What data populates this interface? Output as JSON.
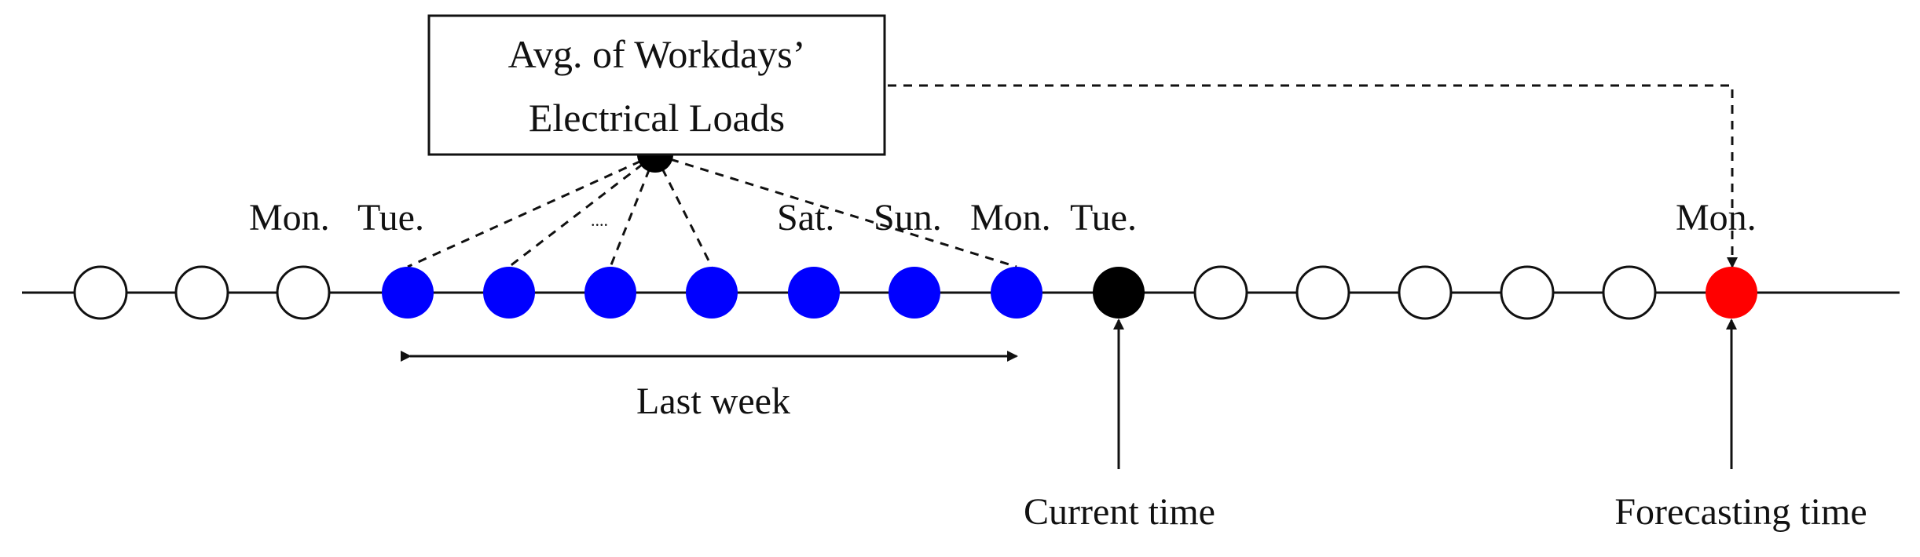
{
  "box": {
    "line1": "Avg. of Workdays’",
    "line2": "Electrical Loads"
  },
  "day_labels": {
    "mon1": "Mon.",
    "tue1": "Tue.",
    "dots": "....",
    "sat": "Sat.",
    "sun": "Sun.",
    "mon2": "Mon.",
    "tue2": "Tue.",
    "mon3": "Mon."
  },
  "range_label": "Last week",
  "markers": {
    "current": "Current time",
    "forecast": "Forecasting time"
  },
  "colors": {
    "line": "#111111",
    "hollow_fill": "#ffffff",
    "last_week_fill": "#0000ff",
    "current_fill": "#000000",
    "forecast_fill": "#ff0000"
  },
  "nodes": [
    {
      "kind": "hollow"
    },
    {
      "kind": "hollow"
    },
    {
      "kind": "hollow"
    },
    {
      "kind": "last_week"
    },
    {
      "kind": "last_week"
    },
    {
      "kind": "last_week"
    },
    {
      "kind": "last_week"
    },
    {
      "kind": "last_week"
    },
    {
      "kind": "last_week"
    },
    {
      "kind": "last_week"
    },
    {
      "kind": "current"
    },
    {
      "kind": "hollow"
    },
    {
      "kind": "hollow"
    },
    {
      "kind": "hollow"
    },
    {
      "kind": "hollow"
    },
    {
      "kind": "hollow"
    },
    {
      "kind": "forecast"
    }
  ]
}
